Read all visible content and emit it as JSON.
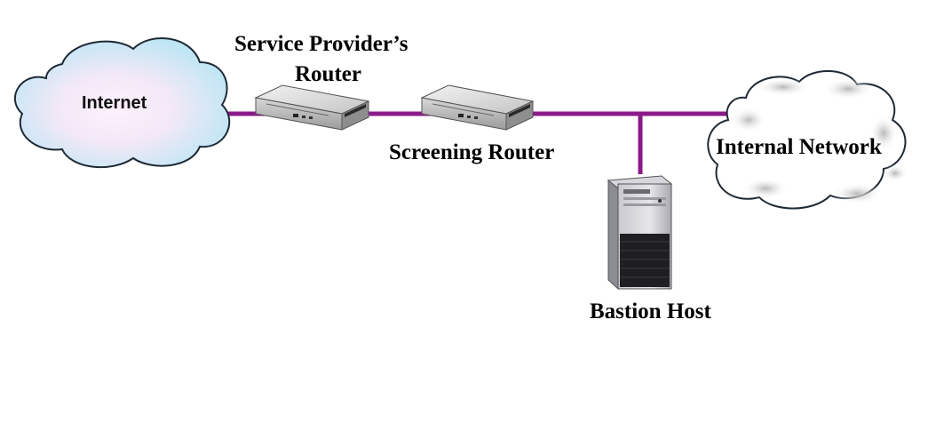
{
  "nodes": {
    "internet": {
      "label": "Internet"
    },
    "provider_router": {
      "label_line1": "Service Provider’s",
      "label_line2": "Router"
    },
    "screening_router": {
      "label": "Screening Router"
    },
    "internal_network": {
      "label": "Internal Network"
    },
    "bastion_host": {
      "label": "Bastion Host"
    }
  },
  "colors": {
    "link": "#8b1a89",
    "cloud_fill": "#c6ecf6",
    "cloud_center": "#fbeefb",
    "cloud_stroke": "#1f2a35"
  }
}
